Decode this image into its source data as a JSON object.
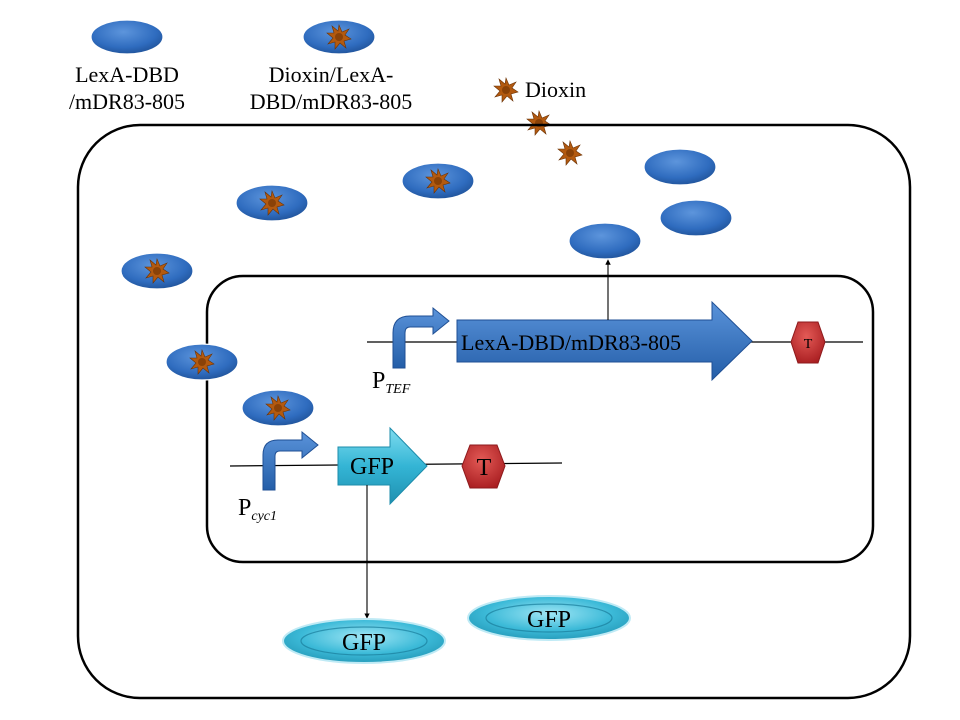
{
  "legend": {
    "protein": {
      "line1": "LexA-DBD",
      "line2": "/mDR83-805"
    },
    "complex": {
      "line1": "Dioxin/LexA-",
      "line2": "DBD/mDR83-805"
    },
    "ligand": "Dioxin"
  },
  "construct1": {
    "promoter": {
      "main": "P",
      "sub": "TEF"
    },
    "gene": "LexA-DBD/mDR83-805",
    "terminator": "T"
  },
  "construct2": {
    "promoter": {
      "main": "P",
      "sub": "cyc1"
    },
    "gene": "GFP",
    "terminator": "T"
  },
  "products": {
    "gfp_a": "GFP",
    "gfp_b": "GFP"
  },
  "colors": {
    "protein_blue": "#2e6fc2",
    "gfp_cyan": "#35b8d6",
    "terminator_red": "#c0282b",
    "dioxin_brown": "#b35a10"
  },
  "icons": [
    "dioxin-icon",
    "promoter-arrow-icon",
    "terminator-icon",
    "gene-arrow-icon"
  ]
}
